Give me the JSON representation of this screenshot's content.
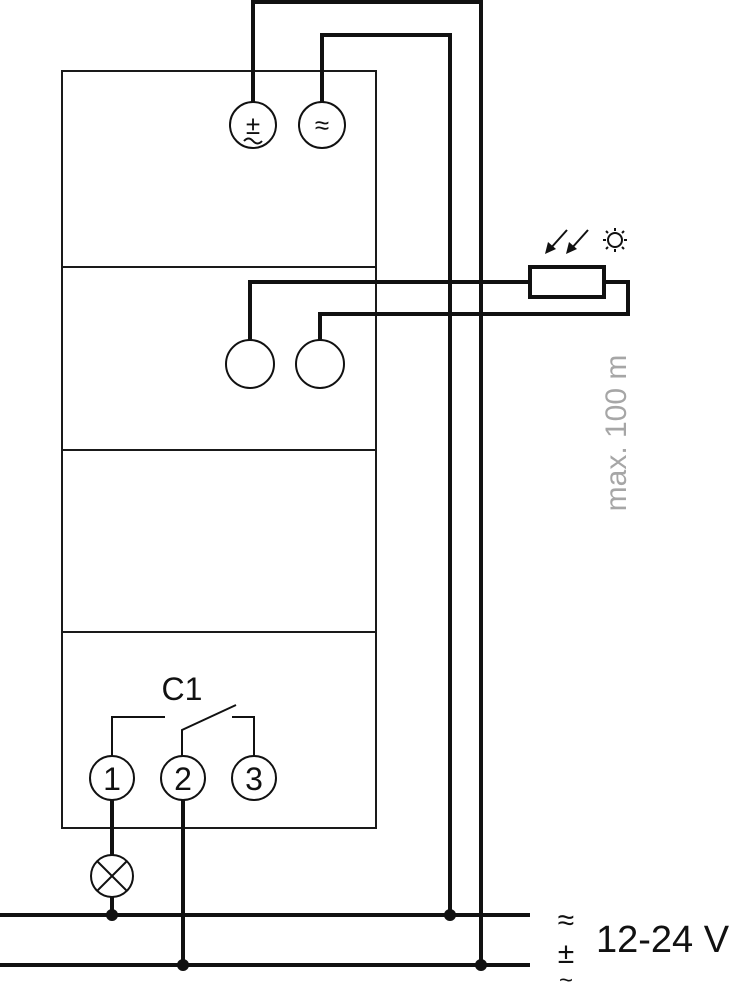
{
  "supply": {
    "voltage_label": "12-24 V",
    "rail_top_symbol": "≈",
    "rail_bottom_symbol": "±",
    "rail_bottom_sub": "~"
  },
  "device": {
    "power_terminals": [
      {
        "symbol": "±"
      },
      {
        "symbol": "≈"
      }
    ],
    "relay": {
      "label": "C1",
      "terminals": [
        "1",
        "2",
        "3"
      ]
    }
  },
  "sensor": {
    "cable_note": "max. 100 m",
    "light_icon": "sun-icon",
    "arrows_icon": "light-arrows-icon"
  },
  "load": {
    "icon": "lamp-icon"
  }
}
